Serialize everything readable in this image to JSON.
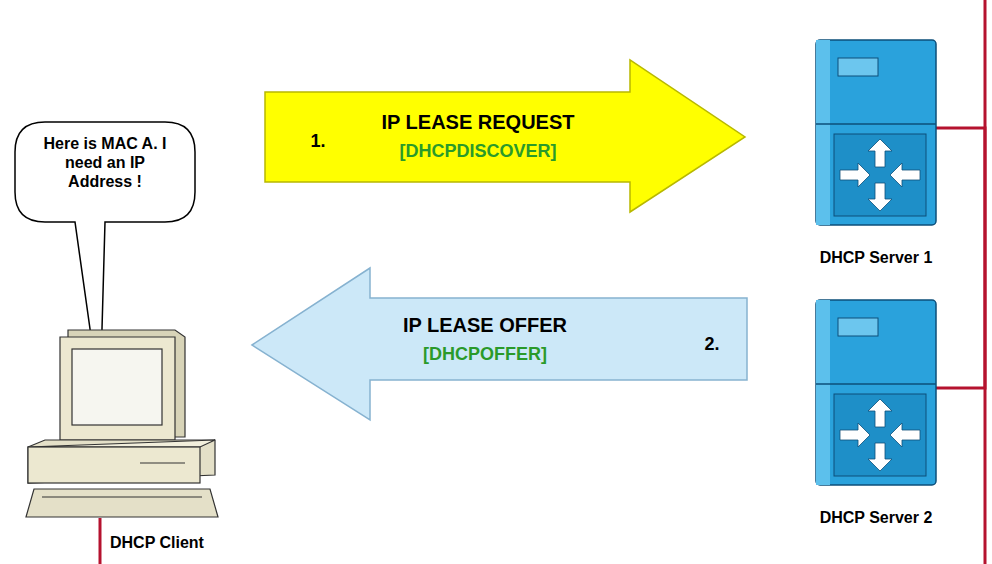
{
  "diagram": {
    "nodes": [
      {
        "text": [
          "Here is MAC A. I need an IP Address !"
        ]
      },
      {
        "text": [
          "1.",
          "IP LEASE REQUEST",
          "[DHCPDISCOVER]"
        ]
      },
      {
        "text": [
          "IP LEASE OFFER",
          "[DHCPOFFER]",
          "2."
        ]
      },
      {
        "text": [
          "DHCP Server 1"
        ]
      },
      {
        "text": [
          "DHCP Server 2"
        ]
      },
      {
        "text": [
          "DHCP Client"
        ]
      }
    ],
    "edges": [
      {
        "from": 3,
        "to": 4,
        "arrow": "none"
      }
    ]
  }
}
